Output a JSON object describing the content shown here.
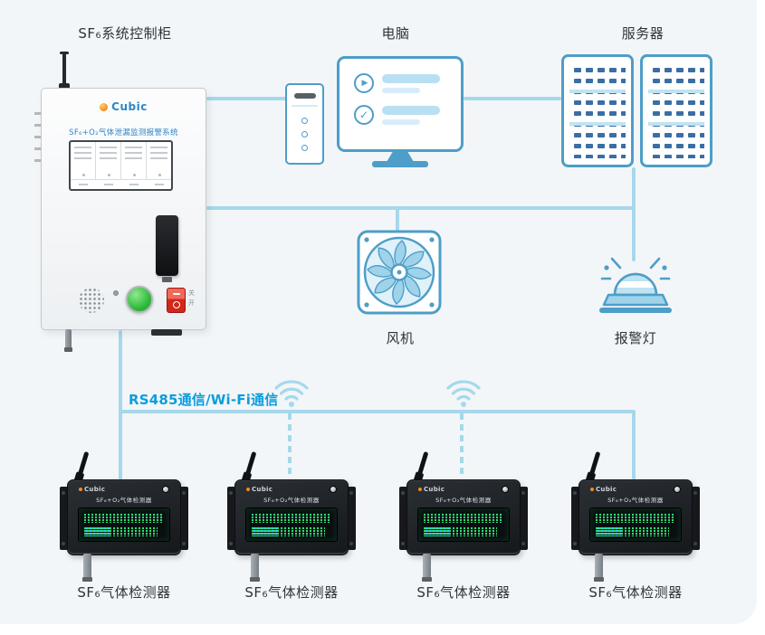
{
  "colors": {
    "background": "#f3f6f8",
    "line": "#a6d8ec",
    "icon_stroke": "#4d9ec8",
    "icon_fill_light": "#bfe3f2",
    "accent_text": "#0a9ddd",
    "label_text": "#2f3337",
    "display_green": "#2edb72",
    "display_cyan": "#2ad6dd"
  },
  "icons": {
    "play": "▶",
    "check": "✓"
  },
  "nodes": {
    "cabinet": {
      "label": "SF₆系统控制柜",
      "brand": "Cubic",
      "screen_title": "SF₆+O₂气体泄漏监测报警系统",
      "switch_off": "关",
      "switch_on": "开"
    },
    "computer": {
      "label": "电脑"
    },
    "server": {
      "label": "服务器"
    },
    "fan": {
      "label": "风机"
    },
    "alarm": {
      "label": "报警灯"
    },
    "comm": {
      "label": "RS485通信/Wi-Fi通信"
    }
  },
  "detectors": [
    {
      "label": "SF₆气体检测器",
      "brand": "Cubic",
      "title": "SF₆+O₂气体检测器"
    },
    {
      "label": "SF₆气体检测器",
      "brand": "Cubic",
      "title": "SF₆+O₂气体检测器"
    },
    {
      "label": "SF₆气体检测器",
      "brand": "Cubic",
      "title": "SF₆+O₂气体检测器"
    },
    {
      "label": "SF₆气体检测器",
      "brand": "Cubic",
      "title": "SF₆+O₂气体检测器"
    }
  ]
}
